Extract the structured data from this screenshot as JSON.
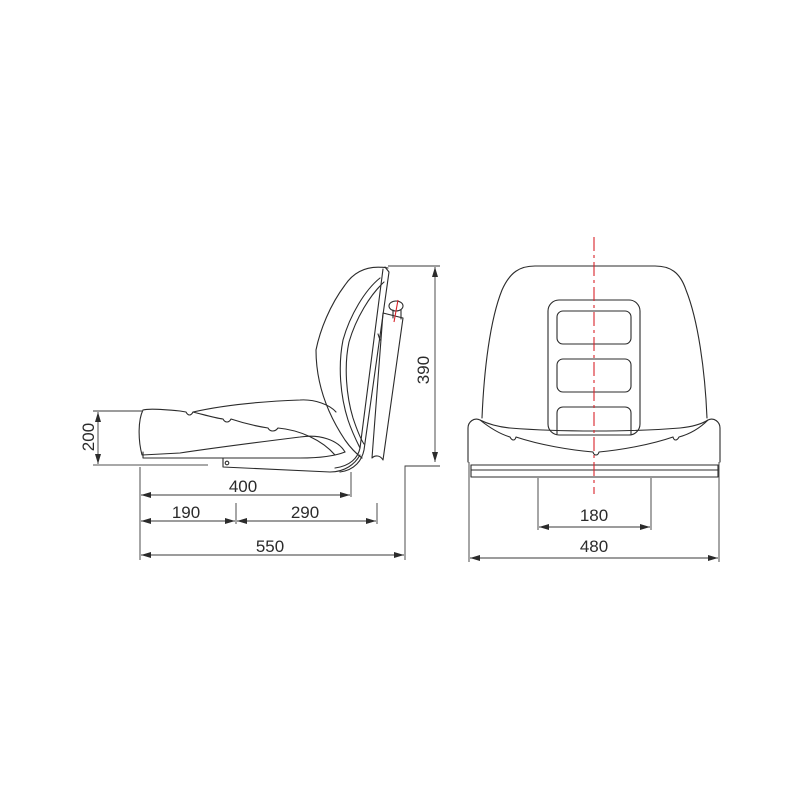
{
  "drawing": {
    "subject": "seat technical drawing",
    "views": {
      "side": {
        "dimensions": {
          "seat_front_height": "200",
          "total_height": "390",
          "seat_depth": "400",
          "front_offset": "190",
          "mount_length": "290",
          "overall_depth": "550"
        }
      },
      "front": {
        "dimensions": {
          "mount_width": "180",
          "overall_width": "480"
        }
      }
    },
    "colors": {
      "outline": "#2b2b2b",
      "centerline": "#d8232a",
      "ground": "#8c8c8c",
      "background": "#ffffff"
    }
  }
}
